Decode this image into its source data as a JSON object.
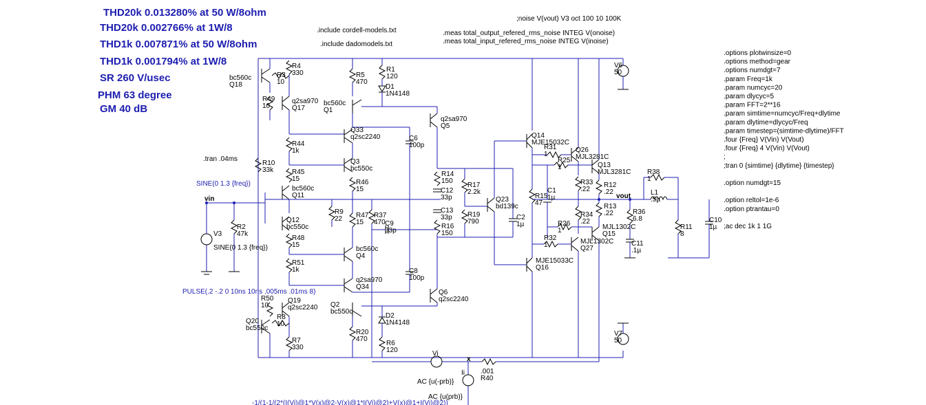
{
  "headline": [
    "THD20k 0.013280% at 50 W/8ohm",
    "THD20k 0.002766% at 1W/8",
    "THD1k 0.007871% at 50 W/8ohm",
    "THD1k 0.001794% at 1W/8",
    "SR 260 V/usec",
    "PHM  63 degree",
    "GM 40 dB"
  ],
  "directives": {
    "include1": ".include cordell-models.txt",
    "include2": ".include dadomodels.txt",
    "noise": ";noise V(vout) V3 oct 100 10 100K",
    "meas1": ".meas total_output_refered_rms_noise INTEG V(onoise)",
    "meas2": ".meas total_input_refered_rms_noise INTEG V(inoise)",
    "tran": ".tran .04ms",
    "sine1": "SINE(0 1.3 {freq})",
    "sine2": "SINE(0 1.3 {freq})",
    "pulse": "PULSE(.2 -.2 0 10ns 10ns .005ms .01ms 8)",
    "ac1": "AC {u(-prb)}",
    "ac2": "AC {u(prb)}",
    "formula": "-1/(1-1/(2*(I(Vi)@1*V(x)@2-V(x)@1*I(Vi)@2)+V(x)@1+I(Vi)@2))",
    "options": [
      ".options plotwinsize=0",
      ".options method=gear",
      ".options numdgt=7",
      ".param Freq=1k",
      ".param numcyc=20",
      ".param dlycyc=5",
      ".param FFT=2**16",
      ".param simtime=numcyc/Freq+dlytime",
      ".param dlytime=dlycyc/Freq",
      ".param timestep=(simtime-dlytime)/FFT",
      ".four {Freq} V(Vin) V(Vout)",
      ".four {Freq} 4 V(Vin) V(Vout)",
      ";",
      ";tran 0 {simtime} {dlytime} {timestep}",
      "",
      ".option numdgt=15",
      "",
      ".option reltol=1e-6",
      ".option ptrantau=0",
      "",
      ";ac dec 1k 1 1G"
    ]
  },
  "labels": [
    {
      "id": "q18",
      "lines": [
        "bc560c",
        "Q18"
      ]
    },
    {
      "id": "r3",
      "lines": [
        "R3",
        "10"
      ]
    },
    {
      "id": "r4",
      "lines": [
        "R4",
        "330"
      ]
    },
    {
      "id": "r49",
      "lines": [
        "R49",
        "10"
      ]
    },
    {
      "id": "q17",
      "lines": [
        "q2sa970",
        "Q17"
      ]
    },
    {
      "id": "r5",
      "lines": [
        "R5",
        "470"
      ]
    },
    {
      "id": "r1",
      "lines": [
        "R1",
        "120"
      ]
    },
    {
      "id": "d1",
      "lines": [
        "D1",
        "1N4148"
      ]
    },
    {
      "id": "q1",
      "lines": [
        "bc560c",
        "Q1"
      ]
    },
    {
      "id": "q5",
      "lines": [
        "q2sa970",
        "Q5"
      ]
    },
    {
      "id": "q33",
      "lines": [
        "Q33",
        "q2sc2240"
      ]
    },
    {
      "id": "c6",
      "lines": [
        "C6",
        "100p"
      ]
    },
    {
      "id": "r44",
      "lines": [
        "R44",
        "1k"
      ]
    },
    {
      "id": "q3",
      "lines": [
        "Q3",
        "bc550c"
      ]
    },
    {
      "id": "r10",
      "lines": [
        "R10",
        "33k"
      ]
    },
    {
      "id": "r45",
      "lines": [
        "R45",
        "15"
      ]
    },
    {
      "id": "r46",
      "lines": [
        "R46",
        "15"
      ]
    },
    {
      "id": "r14",
      "lines": [
        "R14",
        "150"
      ]
    },
    {
      "id": "c12",
      "lines": [
        "C12",
        "33p"
      ]
    },
    {
      "id": "r17",
      "lines": [
        "R17",
        "2.2k"
      ]
    },
    {
      "id": "q11",
      "lines": [
        "bc560c",
        "Q11"
      ]
    },
    {
      "id": "q23",
      "lines": [
        "Q23",
        "bd139c"
      ]
    },
    {
      "id": "c13",
      "lines": [
        "C13",
        "33p"
      ]
    },
    {
      "id": "r19",
      "lines": [
        "R19",
        "790"
      ]
    },
    {
      "id": "c2",
      "lines": [
        "C2",
        "1µ"
      ]
    },
    {
      "id": "r9",
      "lines": [
        "R9",
        "22"
      ]
    },
    {
      "id": "r47",
      "lines": [
        "R47",
        "15"
      ]
    },
    {
      "id": "r37",
      "lines": [
        "R37",
        "470"
      ]
    },
    {
      "id": "c9",
      "lines": [
        "C9",
        "33p"
      ]
    },
    {
      "id": "r16",
      "lines": [
        "R16",
        "150"
      ]
    },
    {
      "id": "q12",
      "lines": [
        "Q12",
        "bc550c"
      ]
    },
    {
      "id": "r2",
      "lines": [
        "R2",
        "47k"
      ]
    },
    {
      "id": "v3",
      "lines": [
        "V3"
      ]
    },
    {
      "id": "r48",
      "lines": [
        "R48",
        "15"
      ]
    },
    {
      "id": "q4",
      "lines": [
        "bc560c",
        "Q4"
      ]
    },
    {
      "id": "r51",
      "lines": [
        "R51",
        "1k"
      ]
    },
    {
      "id": "c8",
      "lines": [
        "C8",
        "100p"
      ]
    },
    {
      "id": "q34",
      "lines": [
        "q2sa970",
        "Q34"
      ]
    },
    {
      "id": "q6",
      "lines": [
        "Q6",
        "q2sc2240"
      ]
    },
    {
      "id": "r50",
      "lines": [
        "R50",
        "10"
      ]
    },
    {
      "id": "q19",
      "lines": [
        "Q19",
        "q2sc2240"
      ]
    },
    {
      "id": "q2",
      "lines": [
        "Q2",
        "bc550c"
      ]
    },
    {
      "id": "d2",
      "lines": [
        "D2",
        "1N4148"
      ]
    },
    {
      "id": "r8",
      "lines": [
        "R8",
        "10"
      ]
    },
    {
      "id": "q20",
      "lines": [
        "Q20",
        "bc550c"
      ]
    },
    {
      "id": "r20",
      "lines": [
        "R20",
        "470"
      ]
    },
    {
      "id": "r7",
      "lines": [
        "R7",
        "330"
      ]
    },
    {
      "id": "r6",
      "lines": [
        "R6",
        "120"
      ]
    },
    {
      "id": "q14",
      "lines": [
        "Q14",
        "MJE15032C"
      ]
    },
    {
      "id": "r31",
      "lines": [
        "R31",
        "1"
      ]
    },
    {
      "id": "q26",
      "lines": [
        "Q26",
        "MJL3281C"
      ]
    },
    {
      "id": "r25",
      "lines": [
        "R25",
        "1"
      ]
    },
    {
      "id": "q13",
      "lines": [
        "Q13",
        "MJL3281C"
      ]
    },
    {
      "id": "r15",
      "lines": [
        "R15",
        "47"
      ]
    },
    {
      "id": "c1",
      "lines": [
        "C1",
        "1µ"
      ]
    },
    {
      "id": "r33",
      "lines": [
        "R33",
        ".22"
      ]
    },
    {
      "id": "r12",
      "lines": [
        "R12",
        ".22"
      ]
    },
    {
      "id": "r13",
      "lines": [
        "R13",
        ".22"
      ]
    },
    {
      "id": "r34",
      "lines": [
        "R34",
        ".22"
      ]
    },
    {
      "id": "r26",
      "lines": [
        "R26",
        "1"
      ]
    },
    {
      "id": "q15",
      "lines": [
        "MJL1302C",
        "Q15"
      ]
    },
    {
      "id": "r32",
      "lines": [
        "R32",
        "1"
      ]
    },
    {
      "id": "q27",
      "lines": [
        "MJL1302C",
        "Q27"
      ]
    },
    {
      "id": "q16",
      "lines": [
        "MJE15033C",
        "Q16"
      ]
    },
    {
      "id": "v6",
      "lines": [
        "V6",
        "50"
      ]
    },
    {
      "id": "v7",
      "lines": [
        "V7",
        "50"
      ]
    },
    {
      "id": "r38",
      "lines": [
        "R38",
        "1"
      ]
    },
    {
      "id": "l1",
      "lines": [
        "L1",
        ".5µ"
      ]
    },
    {
      "id": "r36",
      "lines": [
        "R36",
        "6.8"
      ]
    },
    {
      "id": "c11",
      "lines": [
        "C11",
        ".1µ"
      ]
    },
    {
      "id": "r11",
      "lines": [
        "R11",
        "8"
      ]
    },
    {
      "id": "c10",
      "lines": [
        "C10",
        "1µ"
      ]
    },
    {
      "id": "vi",
      "lines": [
        "Vi"
      ]
    },
    {
      "id": "r40",
      "lines": [
        ".001",
        "R40"
      ]
    },
    {
      "id": "ii",
      "lines": [
        "Ii"
      ]
    }
  ],
  "nets": {
    "vin": "vin",
    "vout": "vout",
    "x": "x"
  }
}
